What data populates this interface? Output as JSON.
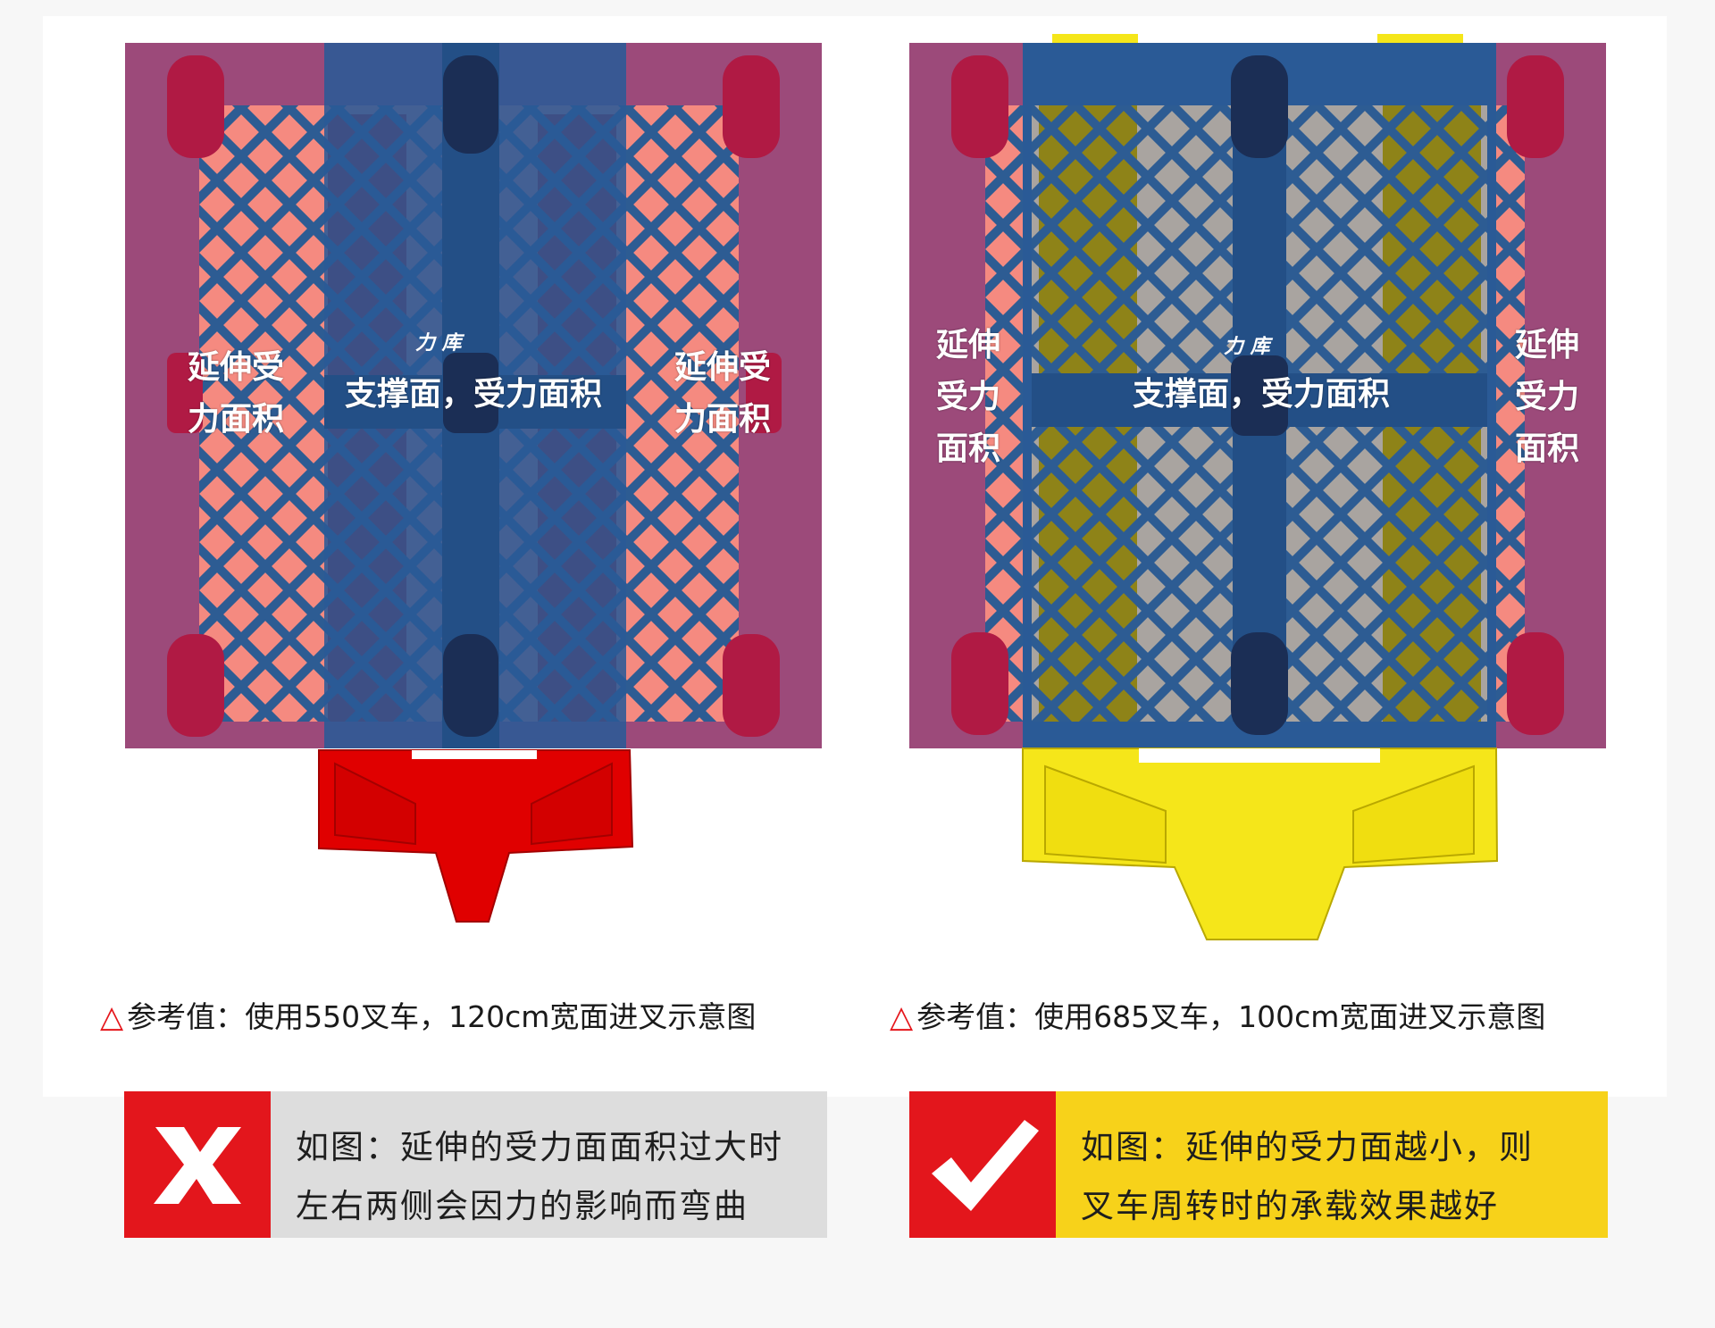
{
  "left": {
    "support_label": "支撑面，受力面积",
    "side_label_left": [
      "延伸受",
      "力面积"
    ],
    "side_label_right": [
      "延伸受",
      "力面积"
    ],
    "mini_label": "力 库",
    "caption": "参考值：使用550叉车，120cm宽面进叉示意图",
    "verdict_icon": "x-icon",
    "verdict_lines": [
      "如图：延伸的受力面面积过大时",
      "左右两侧会因力的影响而弯曲"
    ],
    "verdict_bg": "#dddddd"
  },
  "right": {
    "support_label": "支撑面，受力面积",
    "side_label_left": [
      "延伸",
      "受力",
      "面积"
    ],
    "side_label_right": [
      "延伸",
      "受力",
      "面积"
    ],
    "mini_label": "力 库",
    "caption": "参考值：使用685叉车，100cm宽面进叉示意图",
    "verdict_icon": "check-icon",
    "verdict_lines": [
      "如图：延伸的受力面越小，则",
      "叉车周转时的承载效果越好"
    ],
    "verdict_bg": "#f7d21a"
  },
  "caption_marker": "△",
  "colors": {
    "pallet": "#9c4a7a",
    "lattice_left": "#f58a80",
    "lattice_right": "#a9a4a0",
    "support": "#2a5a96",
    "fork_left": "#e60000",
    "fork_right": "#f5e61a",
    "accent_red": "#e3161c"
  }
}
